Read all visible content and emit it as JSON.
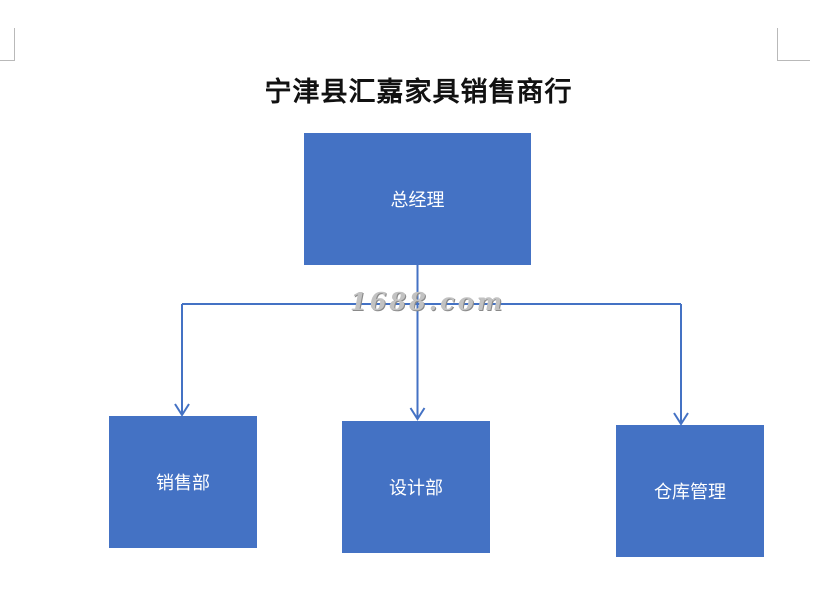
{
  "document": {
    "title": "宁津县汇嘉家具销售商行"
  },
  "org_chart": {
    "node_color": "#4472C4",
    "line_color": "#4472C4",
    "top": {
      "label": "总经理"
    },
    "children": [
      {
        "label": "销售部"
      },
      {
        "label": "设计部"
      },
      {
        "label": "仓库管理"
      }
    ]
  },
  "watermark": {
    "text": "1688.com"
  }
}
